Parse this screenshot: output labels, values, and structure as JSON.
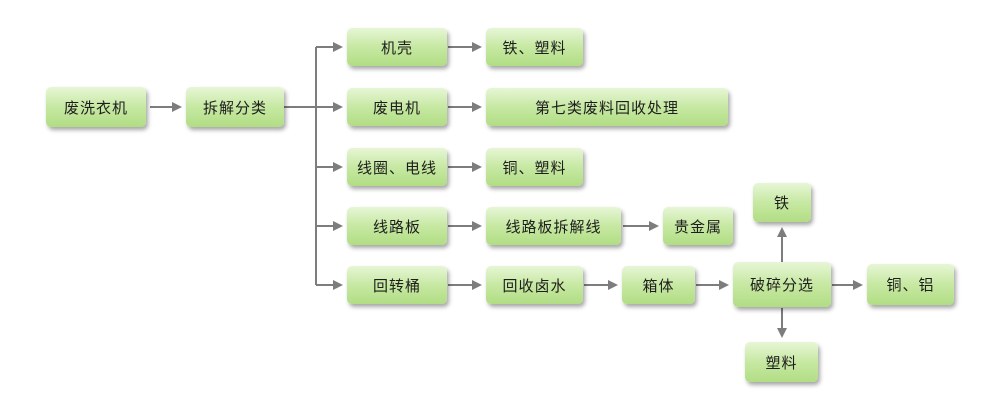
{
  "flow": {
    "source": "废洗衣机",
    "dismantle": "拆解分类",
    "casing": "机壳",
    "casing_output": "铁、塑料",
    "motor": "废电机",
    "motor_output": "第七类废料回收处理",
    "coil_wire": "线圈、电线",
    "coil_wire_output": "铜、塑料",
    "circuit_board": "线路板",
    "circuit_board_line": "线路板拆解线",
    "precious_metals": "贵金属",
    "drum": "回转桶",
    "brine_recovery": "回收卤水",
    "cabinet": "箱体",
    "crush_sort": "破碎分选",
    "crush_iron": "铁",
    "crush_copper_aluminum": "铜、铝",
    "crush_plastic": "塑料"
  },
  "colors": {
    "node_light": "#e7f6d6",
    "node_dark": "#b1dd84",
    "arrow": "#7d7d7d"
  }
}
